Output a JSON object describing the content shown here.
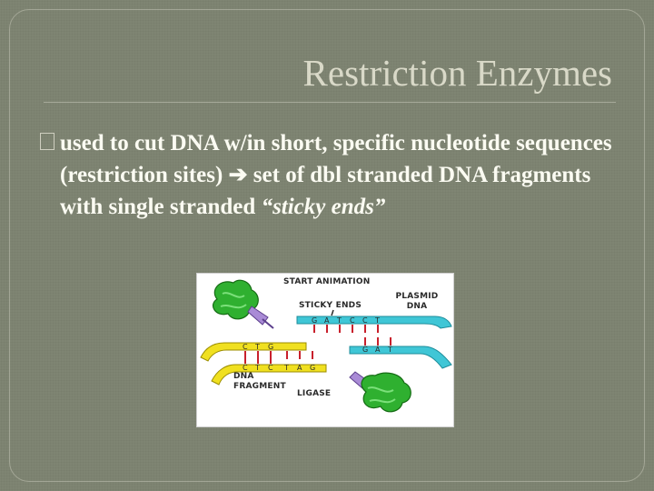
{
  "slide": {
    "title": "Restriction Enzymes",
    "bullet": {
      "text_before": "used to cut DNA w/in short, specific nucleotide sequences (restriction sites) ",
      "arrow": "➔",
      "text_after": " set of dbl stranded DNA fragments with single stranded ",
      "italic": "“sticky ends”"
    }
  },
  "figure": {
    "labels": {
      "start_animation": "START ANIMATION",
      "plasmid_dna": "PLASMID DNA",
      "sticky_ends": "STICKY ENDS",
      "dna_fragment": "DNA FRAGMENT",
      "ligase": "LIGASE"
    },
    "colors": {
      "plasmid": "#3fc6d6",
      "fragment": "#f0e020",
      "enzyme": "#2fb030",
      "bond": "#c8202c",
      "text": "#2a2a2a"
    }
  }
}
